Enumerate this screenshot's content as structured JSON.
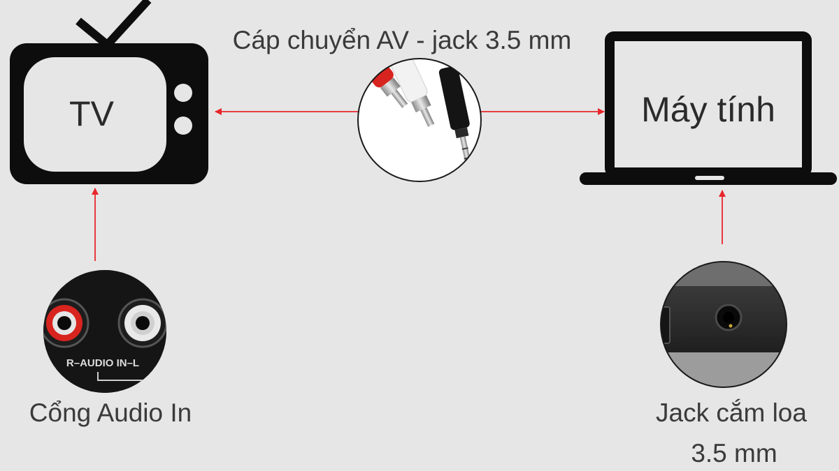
{
  "title": "Cáp chuyển AV - jack 3.5 mm",
  "tv": {
    "label": "TV"
  },
  "laptop": {
    "label": "Máy tính"
  },
  "audio_in": {
    "caption": "Cổng Audio In",
    "port_text": "R–AUDIO IN–L"
  },
  "jack": {
    "caption_line1": "Jack cắm loa",
    "caption_line2": "3.5 mm"
  },
  "colors": {
    "background": "#e6e6e6",
    "arrow": "#e8262b",
    "icon": "#0d0d0d",
    "rca_red": "#d8241f",
    "rca_white": "#f2f2f2",
    "text": "#3a3a3a"
  }
}
